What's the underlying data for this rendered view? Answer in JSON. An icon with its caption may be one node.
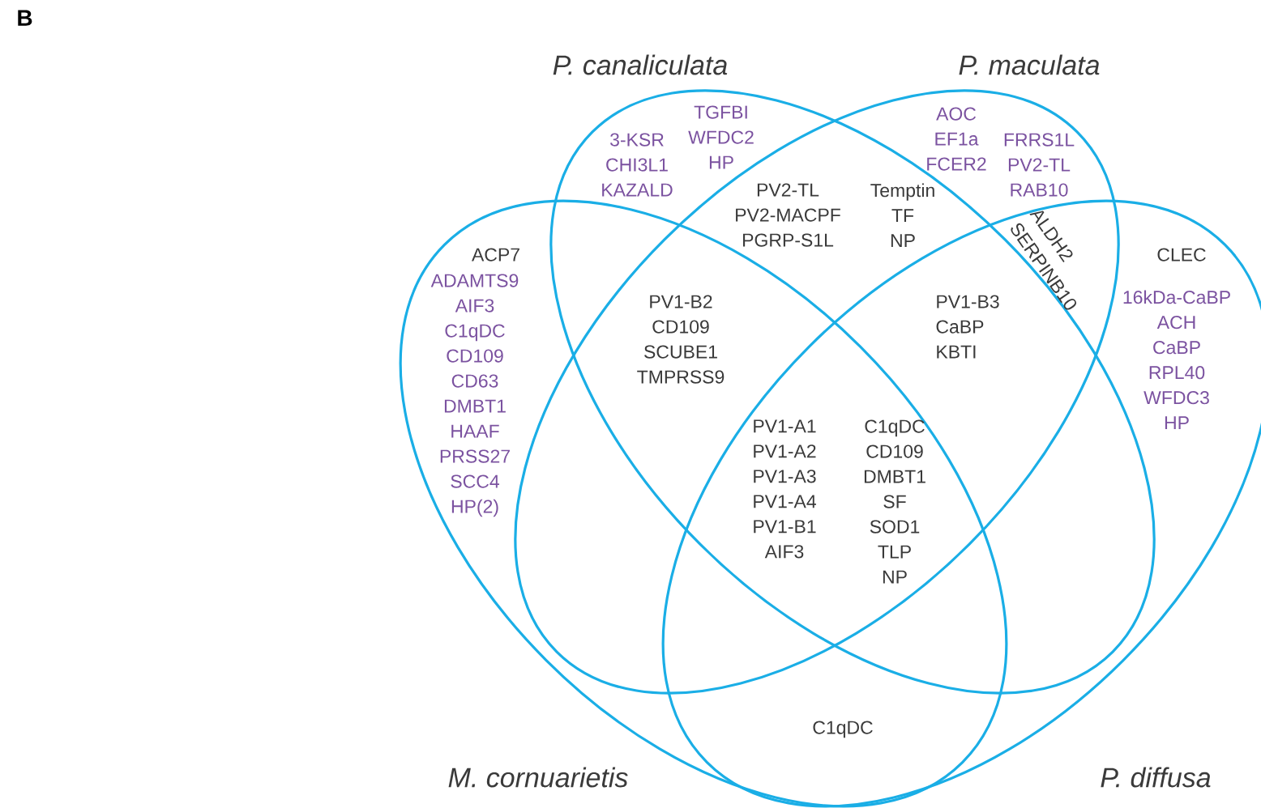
{
  "diagram": {
    "nodes": [
      {
        "text": [
          "P. canaliculata"
        ]
      },
      {
        "text": [
          "P. maculata"
        ]
      },
      {
        "text": [
          "M. cornuarietis"
        ]
      },
      {
        "text": [
          "P. diffusa"
        ]
      }
    ],
    "labels": [
      "B",
      "TGFBI WFDC2 HP",
      "AOC EF1a FCER2",
      "3-KSR CHI3L1 KAZALD",
      "FRRS1L PV2-TL RAB10",
      "PV2-TL PV2-MACPF PGRP-S1L",
      "Temptin TF NP",
      "ALDH2 SERPINB10",
      "ACP7",
      "ADAMTS9 AIF3 C1qDC CD109 CD63 DMBT1 HAAF PRSS27 SCC4 HP(2)",
      "CLEC",
      "16kDa-CaBP ACH CaBP RPL40 WFDC3 HP",
      "PV1-B2 CD109 SCUBE1 TMPRSS9",
      "PV1-B3 CaBP KBTI",
      "PV1-A1 PV1-A2 PV1-A3 PV1-A4 PV1-B1 AIF3",
      "C1qDC CD109 DMBT1 SF SOD1 TLP NP",
      "C1qDC"
    ]
  }
}
